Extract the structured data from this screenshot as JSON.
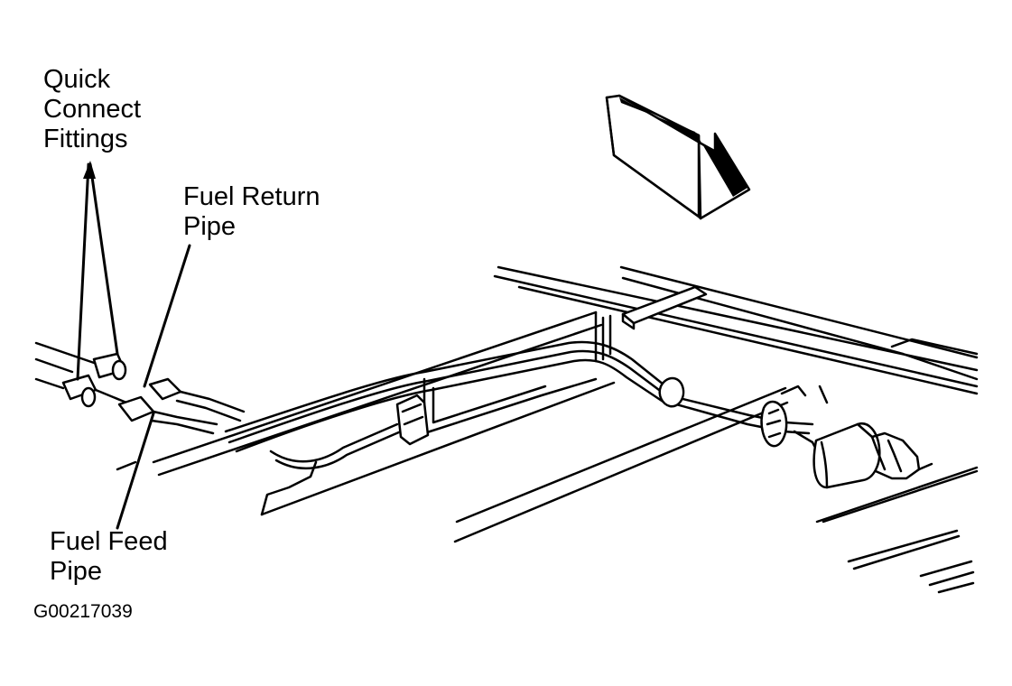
{
  "labels": {
    "quick_connect": [
      "Quick",
      "Connect",
      "Fittings"
    ],
    "fuel_return": [
      "Fuel Return",
      "Pipe"
    ],
    "fuel_feed": [
      "Fuel Feed",
      "Pipe"
    ]
  },
  "figure_id": "G00217039",
  "colors": {
    "ink": "#000000",
    "paper": "#ffffff"
  }
}
